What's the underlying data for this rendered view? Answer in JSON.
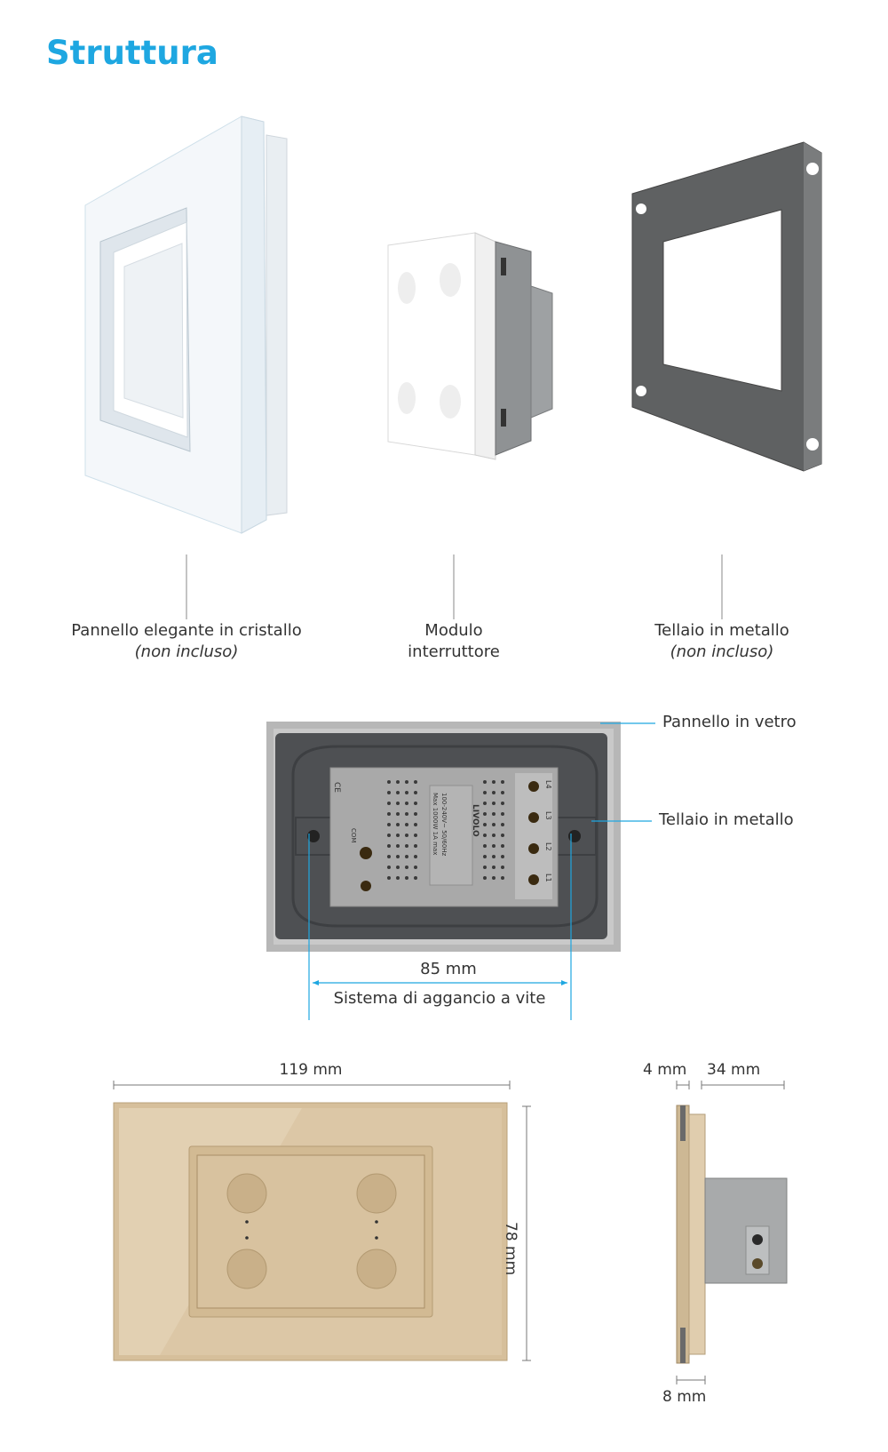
{
  "title": "Struttura",
  "components": [
    {
      "label": "Pannello elegante in cristallo",
      "sub": "(non incluso)"
    },
    {
      "label": "Modulo",
      "sub": "interruttore"
    },
    {
      "label": "Tellaio in metallo",
      "sub": "(non incluso)"
    }
  ],
  "callouts": {
    "glass_panel": "Pannello in vetro",
    "metal_frame": "Tellaio in metallo"
  },
  "mount": {
    "distance": "85 mm",
    "system": "Sistema di aggancio a vite"
  },
  "dimensions": {
    "width": "119 mm",
    "height": "78 mm",
    "side_front": "4 mm",
    "side_depth": "34 mm",
    "side_bottom": "8 mm"
  },
  "module_text": {
    "brand": "LIVOLO",
    "spec1": "100-240V~ 50/60Hz",
    "spec2": "Max 1000W 1A max",
    "ce": "CE",
    "com": "COM",
    "terminals": [
      "L1",
      "L2",
      "L3",
      "L4"
    ]
  },
  "colors": {
    "accent": "#1ea7e1",
    "gold": "#d8c3a0",
    "module_gray": "#a9a9a9",
    "frame_dark": "#5d5d5d"
  }
}
